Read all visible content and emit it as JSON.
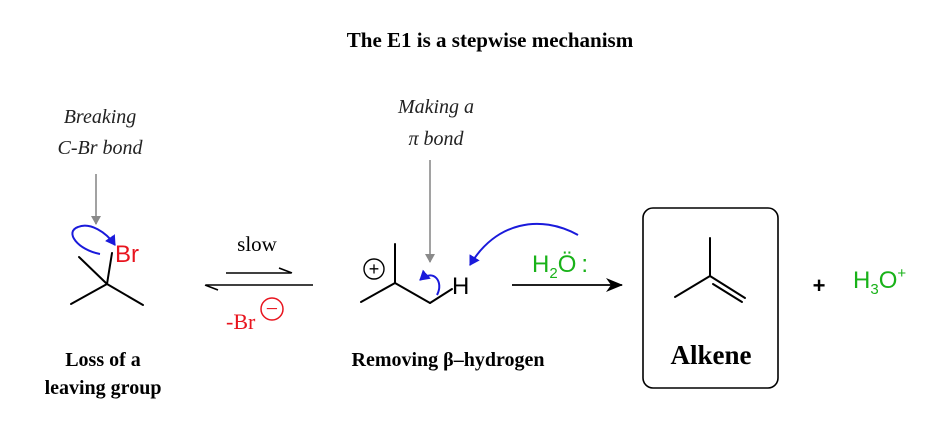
{
  "title": "The E1 is a stepwise mechanism",
  "notes": {
    "breaking_line1": "Breaking",
    "breaking_line2": "C-Br bond",
    "making_line1": "Making a",
    "making_line2": "π bond"
  },
  "atoms": {
    "br": "Br",
    "h": "H",
    "plus_charge": "+",
    "water_h": "H",
    "water_sub": "2",
    "water_o": "Ö",
    "water_colon": ":",
    "hydronium_h": "H",
    "hydronium_sub": "3",
    "hydronium_o": "O",
    "hydronium_charge": "+"
  },
  "arrows": {
    "slow_label": "slow",
    "leaving_label": "-Br",
    "leaving_charge": "−"
  },
  "captions": {
    "loss_line1": "Loss of a",
    "loss_line2": "leaving group",
    "removing": "Removing β–hydrogen",
    "alkene": "Alkene"
  },
  "plus_sign": "+",
  "colors": {
    "red": "#e8141e",
    "green": "#19b219",
    "blue": "#1a1adb",
    "grey": "#8a8a8a"
  }
}
